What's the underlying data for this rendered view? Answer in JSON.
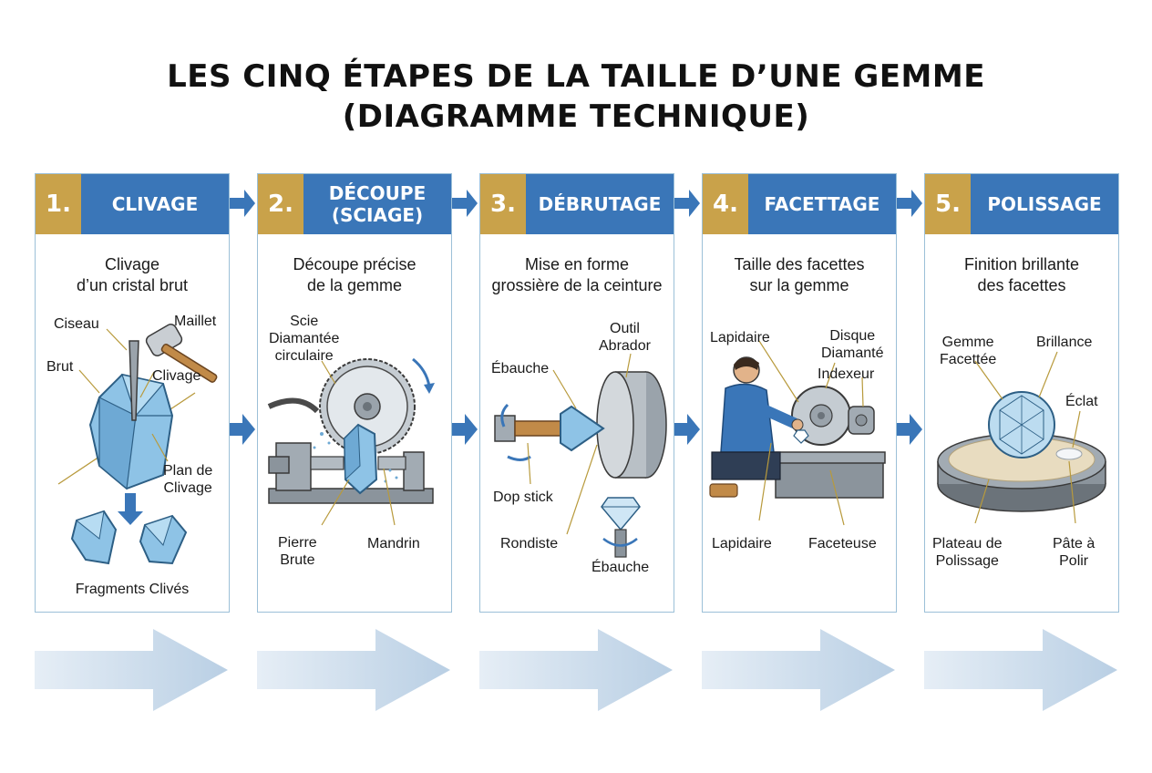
{
  "title": {
    "line1": "LES CINQ ÉTAPES DE LA TAILLE D’UNE GEMME",
    "line2": "(DIAGRAMME TECHNIQUE)"
  },
  "steps": [
    {
      "number": "1.",
      "name": "CLIVAGE",
      "desc_line1": "Clivage",
      "desc_line2": "d’un cristal brut",
      "labels": {
        "ciseau": "Ciseau",
        "maillet": "Maillet",
        "brut": "Brut",
        "clivage": "Clivage",
        "plan_l1": "Plan de",
        "plan_l2": "Clivage",
        "fragments": "Fragments Clivés"
      }
    },
    {
      "number": "2.",
      "name_l1": "DÉCOUPE",
      "name_l2": "(SCIAGE)",
      "desc_line1": "Découpe précise",
      "desc_line2": "de la gemme",
      "labels": {
        "scie_l1": "Scie",
        "scie_l2": "Diamantée",
        "scie_l3": "circulaire",
        "pierre_l1": "Pierre",
        "pierre_l2": "Brute",
        "mandrin": "Mandrin"
      }
    },
    {
      "number": "3.",
      "name": "DÉBRUTAGE",
      "desc_line1": "Mise en forme",
      "desc_line2": "grossière de la ceinture",
      "labels": {
        "outil_l1": "Outil",
        "outil_l2": "Abrador",
        "ebauche_top": "Ébauche",
        "dop": "Dop stick",
        "rondiste": "Rondiste",
        "ebauche_bottom": "Ébauche"
      }
    },
    {
      "number": "4.",
      "name": "FACETTAGE",
      "desc_line1": "Taille des facettes",
      "desc_line2": "sur la gemme",
      "labels": {
        "lapidaire_top": "Lapidaire",
        "disque_l1": "Disque",
        "disque_l2": "Diamanté",
        "indexeur": "Indexeur",
        "lapidaire_bottom": "Lapidaire",
        "faceteuse": "Faceteuse"
      }
    },
    {
      "number": "5.",
      "name": "POLISSAGE",
      "desc_line1": "Finition brillante",
      "desc_line2": "des facettes",
      "labels": {
        "gemme_l1": "Gemme",
        "gemme_l2": "Facettée",
        "brillance": "Brillance",
        "eclat": "Éclat",
        "plateau_l1": "Plateau de",
        "plateau_l2": "Polissage",
        "pate_l1": "Pâte à",
        "pate_l2": "Polir"
      }
    }
  ],
  "colors": {
    "number_bg": "#c9a24a",
    "header_bg": "#3a76b8",
    "border": "#9cc0d8",
    "crystal": "#8ec3e6",
    "connector": "#3a76b8"
  },
  "icons": [
    "hammer-icon",
    "chisel-icon",
    "saw-blade-icon",
    "grinding-wheel-icon",
    "diamond-icon",
    "polishing-plate-icon"
  ]
}
